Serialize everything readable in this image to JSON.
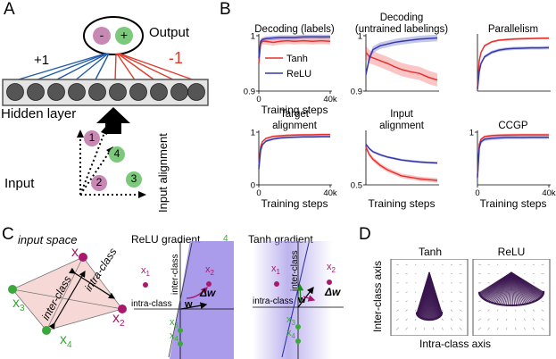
{
  "panels": {
    "a": "A",
    "b": "B",
    "c": "C",
    "d": "D"
  },
  "panel_a": {
    "output_label": "Output",
    "plus_sign": "+1",
    "minus_sign": "-1",
    "neg_node": "-",
    "pos_node": "+",
    "hidden_label": "Hidden layer",
    "input_label": "Input",
    "input_alignment_label": "Input alignment",
    "points": [
      "1",
      "2",
      "3",
      "4"
    ],
    "colors": {
      "pink": "#c888b4",
      "green": "#7cc97c",
      "red": "#e03c2c",
      "blue": "#1f5ba8"
    }
  },
  "panel_b": {
    "xlabel": "Training steps",
    "x_ticks": [
      "0",
      "40k"
    ],
    "tanh_color": "#e8312f",
    "relu_color": "#3438b0",
    "legend": [
      "Tanh",
      "ReLU"
    ]
  },
  "chart_data": [
    {
      "type": "line",
      "title": "Decoding (labels)",
      "xlabel": "Training steps",
      "x_ticks": [
        "0",
        "40k"
      ],
      "y_ticks": [
        "1",
        "0.9"
      ],
      "xlim": [
        0,
        40
      ],
      "ylim": [
        0.9,
        1.0
      ],
      "series": [
        {
          "name": "Tanh",
          "x": [
            0,
            1,
            2,
            4,
            8,
            12,
            16,
            20,
            25,
            30,
            35,
            40
          ],
          "y": [
            0.95,
            0.985,
            0.99,
            0.99,
            0.988,
            0.99,
            0.991,
            0.99,
            0.991,
            0.99,
            0.991,
            0.99
          ],
          "band": 0.006
        },
        {
          "name": "ReLU",
          "x": [
            0,
            1,
            2,
            4,
            8,
            12,
            16,
            20,
            25,
            30,
            35,
            40
          ],
          "y": [
            0.96,
            0.99,
            0.993,
            0.995,
            0.996,
            0.997,
            0.997,
            0.997,
            0.998,
            0.998,
            0.998,
            0.998
          ],
          "band": 0.004
        }
      ]
    },
    {
      "type": "line",
      "title": "Decoding\n(untrained labelings)",
      "xlabel": "",
      "x_ticks": [],
      "y_ticks": [
        "1",
        "0.9"
      ],
      "xlim": [
        0,
        40
      ],
      "ylim": [
        0.9,
        1.0
      ],
      "series": [
        {
          "name": "Tanh",
          "x": [
            0,
            2,
            4,
            8,
            12,
            16,
            20,
            25,
            30,
            35,
            40
          ],
          "y": [
            0.97,
            0.962,
            0.96,
            0.955,
            0.95,
            0.944,
            0.939,
            0.935,
            0.932,
            0.925,
            0.92
          ],
          "band": 0.012
        },
        {
          "name": "ReLU",
          "x": [
            0,
            2,
            4,
            8,
            12,
            16,
            20,
            25,
            30,
            35,
            40
          ],
          "y": [
            0.93,
            0.96,
            0.975,
            0.982,
            0.985,
            0.988,
            0.99,
            0.992,
            0.994,
            0.995,
            0.996
          ],
          "band": 0.006
        }
      ]
    },
    {
      "type": "line",
      "title": "Parallelism",
      "xlabel": "",
      "x_ticks": [],
      "y_ticks": [],
      "xlim": [
        0,
        40
      ],
      "ylim": [
        0,
        1.0
      ],
      "series": [
        {
          "name": "Tanh",
          "x": [
            0,
            1,
            2,
            4,
            8,
            12,
            16,
            20,
            25,
            30,
            35,
            40
          ],
          "y": [
            0.05,
            0.55,
            0.7,
            0.82,
            0.89,
            0.92,
            0.93,
            0.94,
            0.945,
            0.95,
            0.953,
            0.955
          ],
          "band": 0.02
        },
        {
          "name": "ReLU",
          "x": [
            0,
            1,
            2,
            4,
            8,
            12,
            16,
            20,
            25,
            30,
            35,
            40
          ],
          "y": [
            0.03,
            0.35,
            0.5,
            0.62,
            0.7,
            0.74,
            0.76,
            0.77,
            0.775,
            0.78,
            0.78,
            0.785
          ],
          "band": 0.03
        }
      ]
    },
    {
      "type": "line",
      "title": "Target\nalignment",
      "xlabel": "Training steps",
      "x_ticks": [
        "0",
        "40k"
      ],
      "y_ticks": [
        "1",
        "0"
      ],
      "xlim": [
        0,
        40
      ],
      "ylim": [
        0,
        1.0
      ],
      "series": [
        {
          "name": "Tanh",
          "x": [
            0,
            1,
            2,
            4,
            8,
            12,
            16,
            20,
            25,
            30,
            35,
            40
          ],
          "y": [
            0.35,
            0.72,
            0.82,
            0.88,
            0.92,
            0.93,
            0.94,
            0.945,
            0.95,
            0.95,
            0.955,
            0.955
          ],
          "band": 0.02
        },
        {
          "name": "ReLU",
          "x": [
            0,
            1,
            2,
            4,
            8,
            12,
            16,
            20,
            25,
            30,
            35,
            40
          ],
          "y": [
            0.3,
            0.65,
            0.76,
            0.83,
            0.87,
            0.89,
            0.9,
            0.905,
            0.91,
            0.91,
            0.915,
            0.915
          ],
          "band": 0.02
        }
      ]
    },
    {
      "type": "line",
      "title": "Input\nalignment",
      "xlabel": "Training steps",
      "x_ticks": [],
      "y_ticks": [
        "0.5"
      ],
      "xlim": [
        0,
        40
      ],
      "ylim": [
        0.5,
        0.85
      ],
      "series": [
        {
          "name": "Tanh",
          "x": [
            0,
            2,
            4,
            8,
            12,
            16,
            20,
            25,
            30,
            35,
            40
          ],
          "y": [
            0.75,
            0.7,
            0.67,
            0.63,
            0.6,
            0.58,
            0.56,
            0.55,
            0.54,
            0.535,
            0.53
          ],
          "band": 0.015
        },
        {
          "name": "ReLU",
          "x": [
            0,
            2,
            4,
            8,
            12,
            16,
            20,
            25,
            30,
            35,
            40
          ],
          "y": [
            0.77,
            0.74,
            0.72,
            0.7,
            0.685,
            0.675,
            0.665,
            0.658,
            0.652,
            0.648,
            0.645
          ],
          "band": 0.008
        }
      ]
    },
    {
      "type": "line",
      "title": "CCGP",
      "xlabel": "Training steps",
      "x_ticks": [
        "0",
        "40k"
      ],
      "y_ticks": [
        "1"
      ],
      "xlim": [
        0,
        40
      ],
      "ylim": [
        0.4,
        1.0
      ],
      "series": [
        {
          "name": "Tanh",
          "x": [
            0,
            1,
            2,
            4,
            8,
            12,
            16,
            20,
            25,
            30,
            35,
            40
          ],
          "y": [
            0.5,
            0.86,
            0.92,
            0.95,
            0.96,
            0.965,
            0.967,
            0.968,
            0.97,
            0.97,
            0.97,
            0.97
          ],
          "band": 0.015
        },
        {
          "name": "ReLU",
          "x": [
            0,
            1,
            2,
            4,
            8,
            12,
            16,
            20,
            25,
            30,
            35,
            40
          ],
          "y": [
            0.48,
            0.82,
            0.89,
            0.92,
            0.93,
            0.935,
            0.94,
            0.94,
            0.94,
            0.942,
            0.942,
            0.942
          ],
          "band": 0.02
        }
      ]
    }
  ],
  "panel_c": {
    "input_space_title": "input space",
    "relu_title": "ReLU gradient",
    "tanh_title": "Tanh gradient",
    "stray_mark": "4",
    "intra_class": "intra-class",
    "inter_class": "inter-class",
    "x1": "x",
    "x2": "x",
    "x3": "x",
    "x4": "x",
    "sub1": "1",
    "sub2": "2",
    "sub3": "3",
    "sub4": "4",
    "w": "w",
    "delta_w": "Δw",
    "purple": "#9b8be8",
    "magenta": "#a8186e",
    "green": "#3aa83a"
  },
  "panel_d": {
    "tanh_title": "Tanh",
    "relu_title": "ReLU",
    "ylabel": "Inter-class axis",
    "xlabel": "Intra-class axis",
    "arrow_color": "#3b1650"
  }
}
